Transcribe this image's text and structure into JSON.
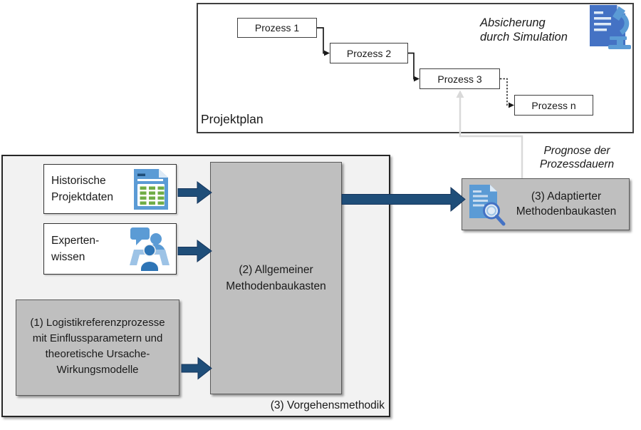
{
  "projektplan": {
    "title": "Projektplan",
    "processes": [
      {
        "label": "Prozess 1"
      },
      {
        "label": "Prozess 2"
      },
      {
        "label": "Prozess 3"
      },
      {
        "label": "Prozess n"
      }
    ],
    "annotation": {
      "line1": "Absicherung",
      "line2": "durch Simulation"
    }
  },
  "methodik": {
    "caption": "(3) Vorgehensmethodik",
    "historical": {
      "line1": "Historische",
      "line2": "Projektdaten"
    },
    "expert": {
      "line1": "Experten-",
      "line2": "wissen"
    },
    "box1": {
      "line1": "(1) Logistikreferenzprozesse",
      "line2": "mit Einflussparametern und",
      "line3": "theoretische Ursache-",
      "line4": "Wirkungsmodelle"
    },
    "box2": {
      "line1": "(2) Allgemeiner",
      "line2": "Methodenbaukasten"
    }
  },
  "output": {
    "prognose": {
      "line1": "Prognose der",
      "line2": "Prozessdauern"
    },
    "box3": {
      "line1": "(3) Adaptierter",
      "line2": "Methodenbaukasten"
    }
  },
  "colors": {
    "arrow_blue": "#1F4E79",
    "box_gray": "#BFBFBF",
    "panel_gray": "#F2F2F2",
    "connector_gray": "#D9D9D9",
    "icon_blue_medium": "#5B9BD5",
    "icon_blue_dark": "#4472C4",
    "icon_blue_deep": "#2E75B6",
    "icon_grid_green": "#70AD47"
  }
}
